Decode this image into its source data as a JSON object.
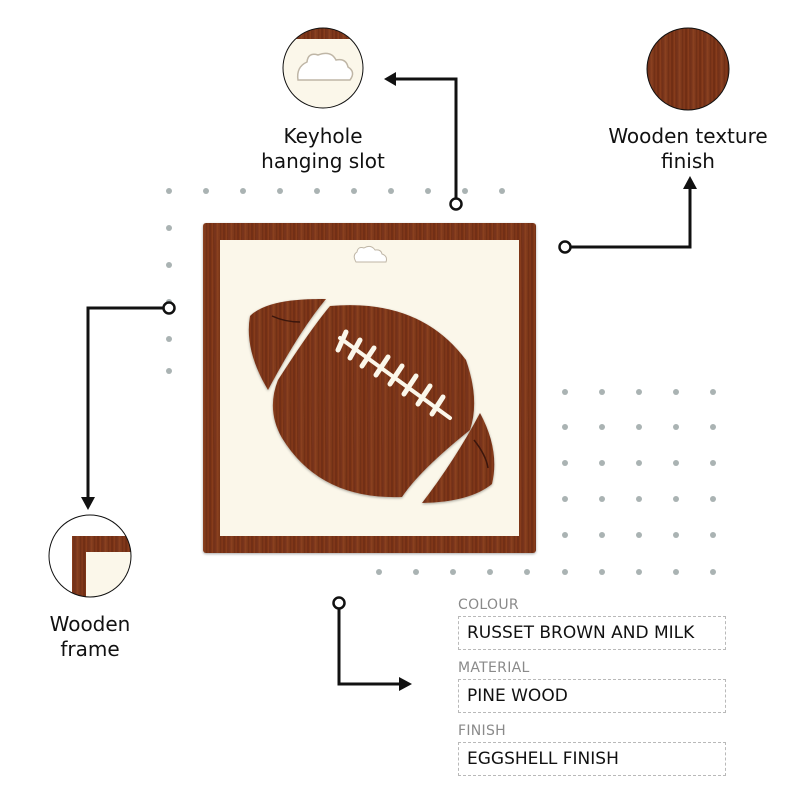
{
  "callouts": {
    "keyhole": {
      "line1": "Keyhole",
      "line2": "hanging slot",
      "icon": "keyhole-slot-icon"
    },
    "texture": {
      "line1": "Wooden texture",
      "line2": "finish",
      "icon": "wood-texture-swatch"
    },
    "frame": {
      "line1": "Wooden",
      "line2": "frame",
      "icon": "frame-corner-detail"
    }
  },
  "specs": [
    {
      "label": "COLOUR",
      "value": "RUSSET BROWN AND MILK"
    },
    {
      "label": "MATERIAL",
      "value": "PINE WOOD"
    },
    {
      "label": "FINISH",
      "value": "EGGSHELL FINISH"
    }
  ],
  "colors": {
    "wood": "#7a3418",
    "wood_dark": "#5a230e",
    "cream": "#fbf7ea",
    "dots": "#aab3b3",
    "line": "#111111"
  }
}
